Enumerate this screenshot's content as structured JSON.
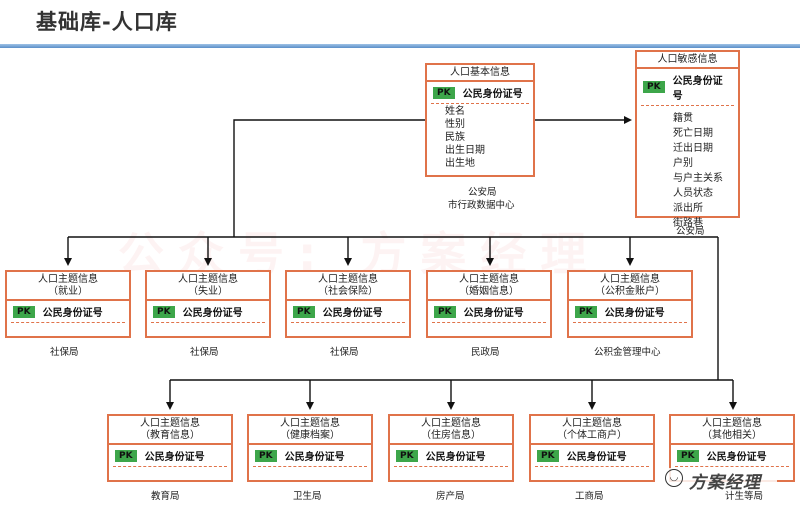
{
  "page_title": "基础库-人口库",
  "watermark": "公众号: 方案经理",
  "pk_tag": "PK",
  "basic": {
    "header": "人口基本信息",
    "pk_field": "公民身份证号",
    "fields": [
      "姓名",
      "性别",
      "民族",
      "出生日期",
      "出生地"
    ],
    "sources": [
      "公安局",
      "市行政数据中心"
    ]
  },
  "sensitive": {
    "header": "人口敏感信息",
    "pk_field": "公民身份证号",
    "fields": [
      "籍贯",
      "死亡日期",
      "迁出日期",
      "户别",
      "与户主关系",
      "人员状态",
      "派出所",
      "街路巷"
    ],
    "source": "公安局"
  },
  "row1": [
    {
      "header": "人口主题信息",
      "sub": "（就业）",
      "pk_field": "公民身份证号",
      "source": "社保局"
    },
    {
      "header": "人口主题信息",
      "sub": "（失业）",
      "pk_field": "公民身份证号",
      "source": "社保局"
    },
    {
      "header": "人口主题信息",
      "sub": "（社会保险）",
      "pk_field": "公民身份证号",
      "source": "社保局"
    },
    {
      "header": "人口主题信息",
      "sub": "（婚姻信息）",
      "pk_field": "公民身份证号",
      "source": "民政局"
    },
    {
      "header": "人口主题信息",
      "sub": "（公积金账户）",
      "pk_field": "公民身份证号",
      "source": "公积金管理中心"
    }
  ],
  "row2": [
    {
      "header": "人口主题信息",
      "sub": "（教育信息）",
      "pk_field": "公民身份证号",
      "source": "教育局"
    },
    {
      "header": "人口主题信息",
      "sub": "（健康档案）",
      "pk_field": "公民身份证号",
      "source": "卫生局"
    },
    {
      "header": "人口主题信息",
      "sub": "（住房信息）",
      "pk_field": "公民身份证号",
      "source": "房产局"
    },
    {
      "header": "人口主题信息",
      "sub": "（个体工商户）",
      "pk_field": "公民身份证号",
      "source": "工商局"
    },
    {
      "header": "人口主题信息",
      "sub": "（其他相关）",
      "pk_field": "公民身份证号",
      "source": "计生等局"
    }
  ],
  "logo": {
    "icon": "wechat-icon",
    "text": "方案经理"
  }
}
